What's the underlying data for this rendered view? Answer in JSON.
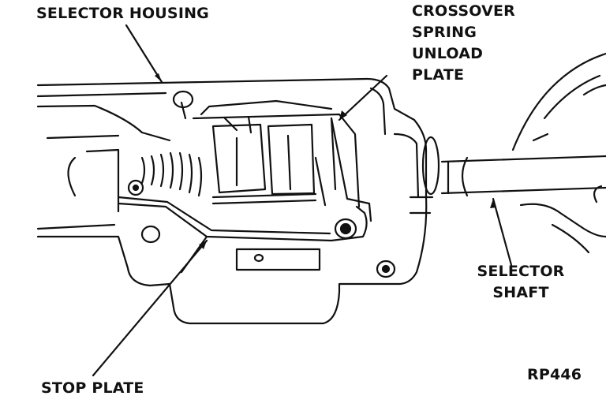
{
  "figure": {
    "labels": {
      "selector_housing": "SELECTOR HOUSING",
      "crossover_line1": "CROSSOVER",
      "crossover_line2": "SPRING",
      "crossover_line3": "UNLOAD",
      "crossover_line4": "PLATE",
      "selector_shaft_line1": "SELECTOR",
      "selector_shaft_line2": "SHAFT",
      "stop_plate": "STOP PLATE",
      "figure_code": "RP446"
    },
    "colors": {
      "ink": "#111111",
      "paper": "#ffffff"
    }
  }
}
